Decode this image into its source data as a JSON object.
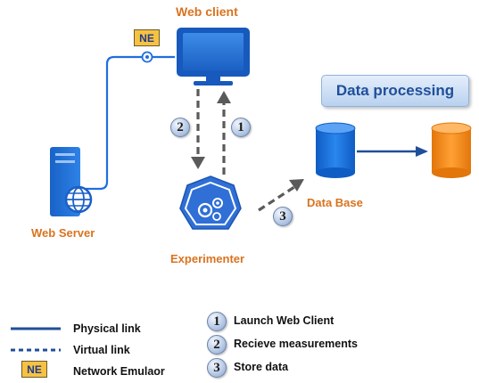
{
  "labels": {
    "web_client": "Web client",
    "web_server": "Web Server",
    "experimenter": "Experimenter",
    "data_base": "Data Base",
    "data_processing": "Data processing",
    "ne": "NE"
  },
  "steps": [
    "1",
    "2",
    "3"
  ],
  "legend": {
    "physical_link": "Physical link",
    "virtual_link": "Virtual link",
    "ne": "NE",
    "network_emulator": "Network Emulaor",
    "items": [
      {
        "num": "1",
        "text": "Launch Web Client"
      },
      {
        "num": "2",
        "text": "Recieve measurements"
      },
      {
        "num": "3",
        "text": "Store data"
      }
    ]
  },
  "colors": {
    "physical_link": "#1f4f9a",
    "virtual_link": "#1f4f9a",
    "orange_label": "#d9731f",
    "database": "#1a6fd6",
    "processed_db": "#f08a12"
  }
}
